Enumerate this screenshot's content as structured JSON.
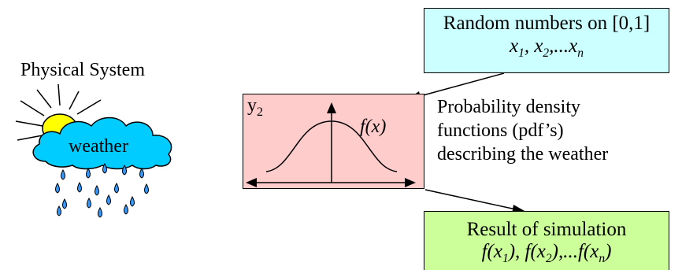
{
  "physical_system": {
    "title": "Physical System",
    "cloud_text": "weather"
  },
  "random_box": {
    "line1": "Random numbers on [0,1]",
    "line2_parts": [
      "x",
      "1",
      ", x",
      "2",
      ",...x",
      "n"
    ]
  },
  "pdf_box": {
    "y_label": "y",
    "y_sub": "2",
    "curve_label": "f(x)"
  },
  "pdf_description": {
    "line1": "Probability density",
    "line2": "functions (pdf’s)",
    "line3": "describing the weather"
  },
  "result_box": {
    "line1": "Result of simulation",
    "line2_parts": [
      "f(x",
      "1",
      "), f(x",
      "2",
      "),...f(x",
      "n",
      ")"
    ]
  },
  "colors": {
    "random_box_fill": "#ccffff",
    "pdf_box_fill": "#ffcccc",
    "result_box_fill": "#ccff99",
    "cloud_fill": "#00ccff",
    "sun_fill": "#ffff00",
    "rain_fill": "#3399ff"
  }
}
